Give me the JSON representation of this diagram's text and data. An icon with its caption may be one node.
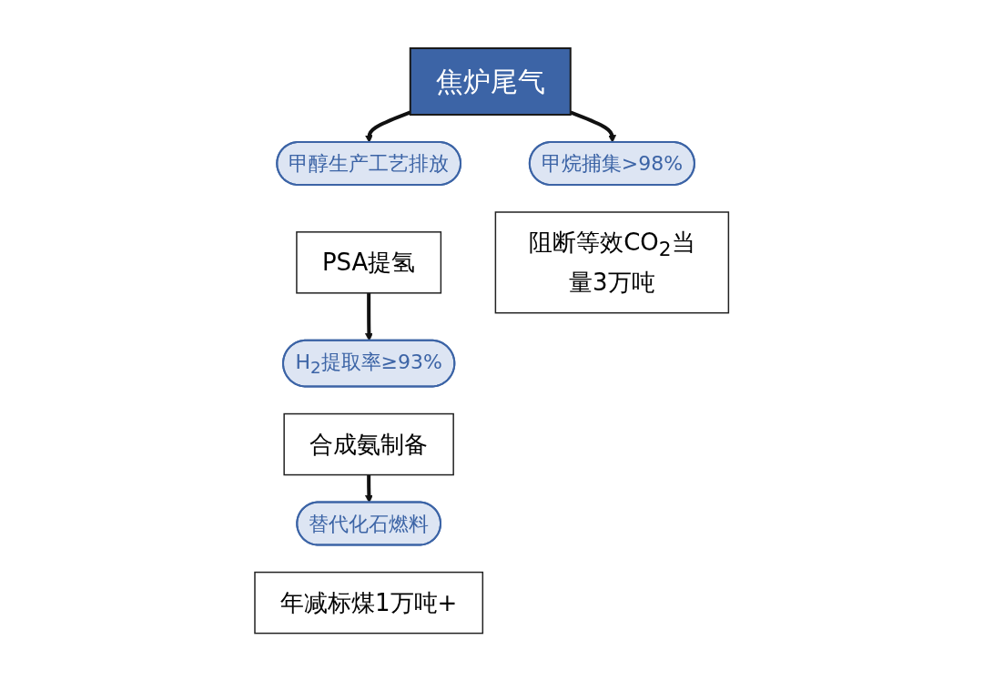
{
  "diagram": {
    "nodes": [
      {
        "text": [
          "焦炉尾气"
        ]
      },
      {
        "text": [
          "甲醇生产工艺排放"
        ]
      },
      {
        "text": [
          "甲烷捕集>98%"
        ]
      },
      {
        "text": [
          "PSA提氢"
        ]
      },
      {
        "text": [
          "H$_{2}$提取率≥93%"
        ]
      },
      {
        "text": [
          "合成氨制备"
        ]
      },
      {
        "text": [
          "替代化石燃料"
        ]
      },
      {
        "text": [
          "年减标煤1万吨+"
        ]
      },
      {
        "text": [
          "阻断等效CO$_{2}$当量3万吨"
        ]
      }
    ],
    "edges": [
      {
        "from": 0,
        "to": 1,
        "arrow": "to"
      },
      {
        "from": 0,
        "to": 2,
        "arrow": "to"
      },
      {
        "from": 3,
        "to": 4,
        "arrow": "to"
      },
      {
        "from": 5,
        "to": 6,
        "arrow": "to"
      }
    ]
  }
}
